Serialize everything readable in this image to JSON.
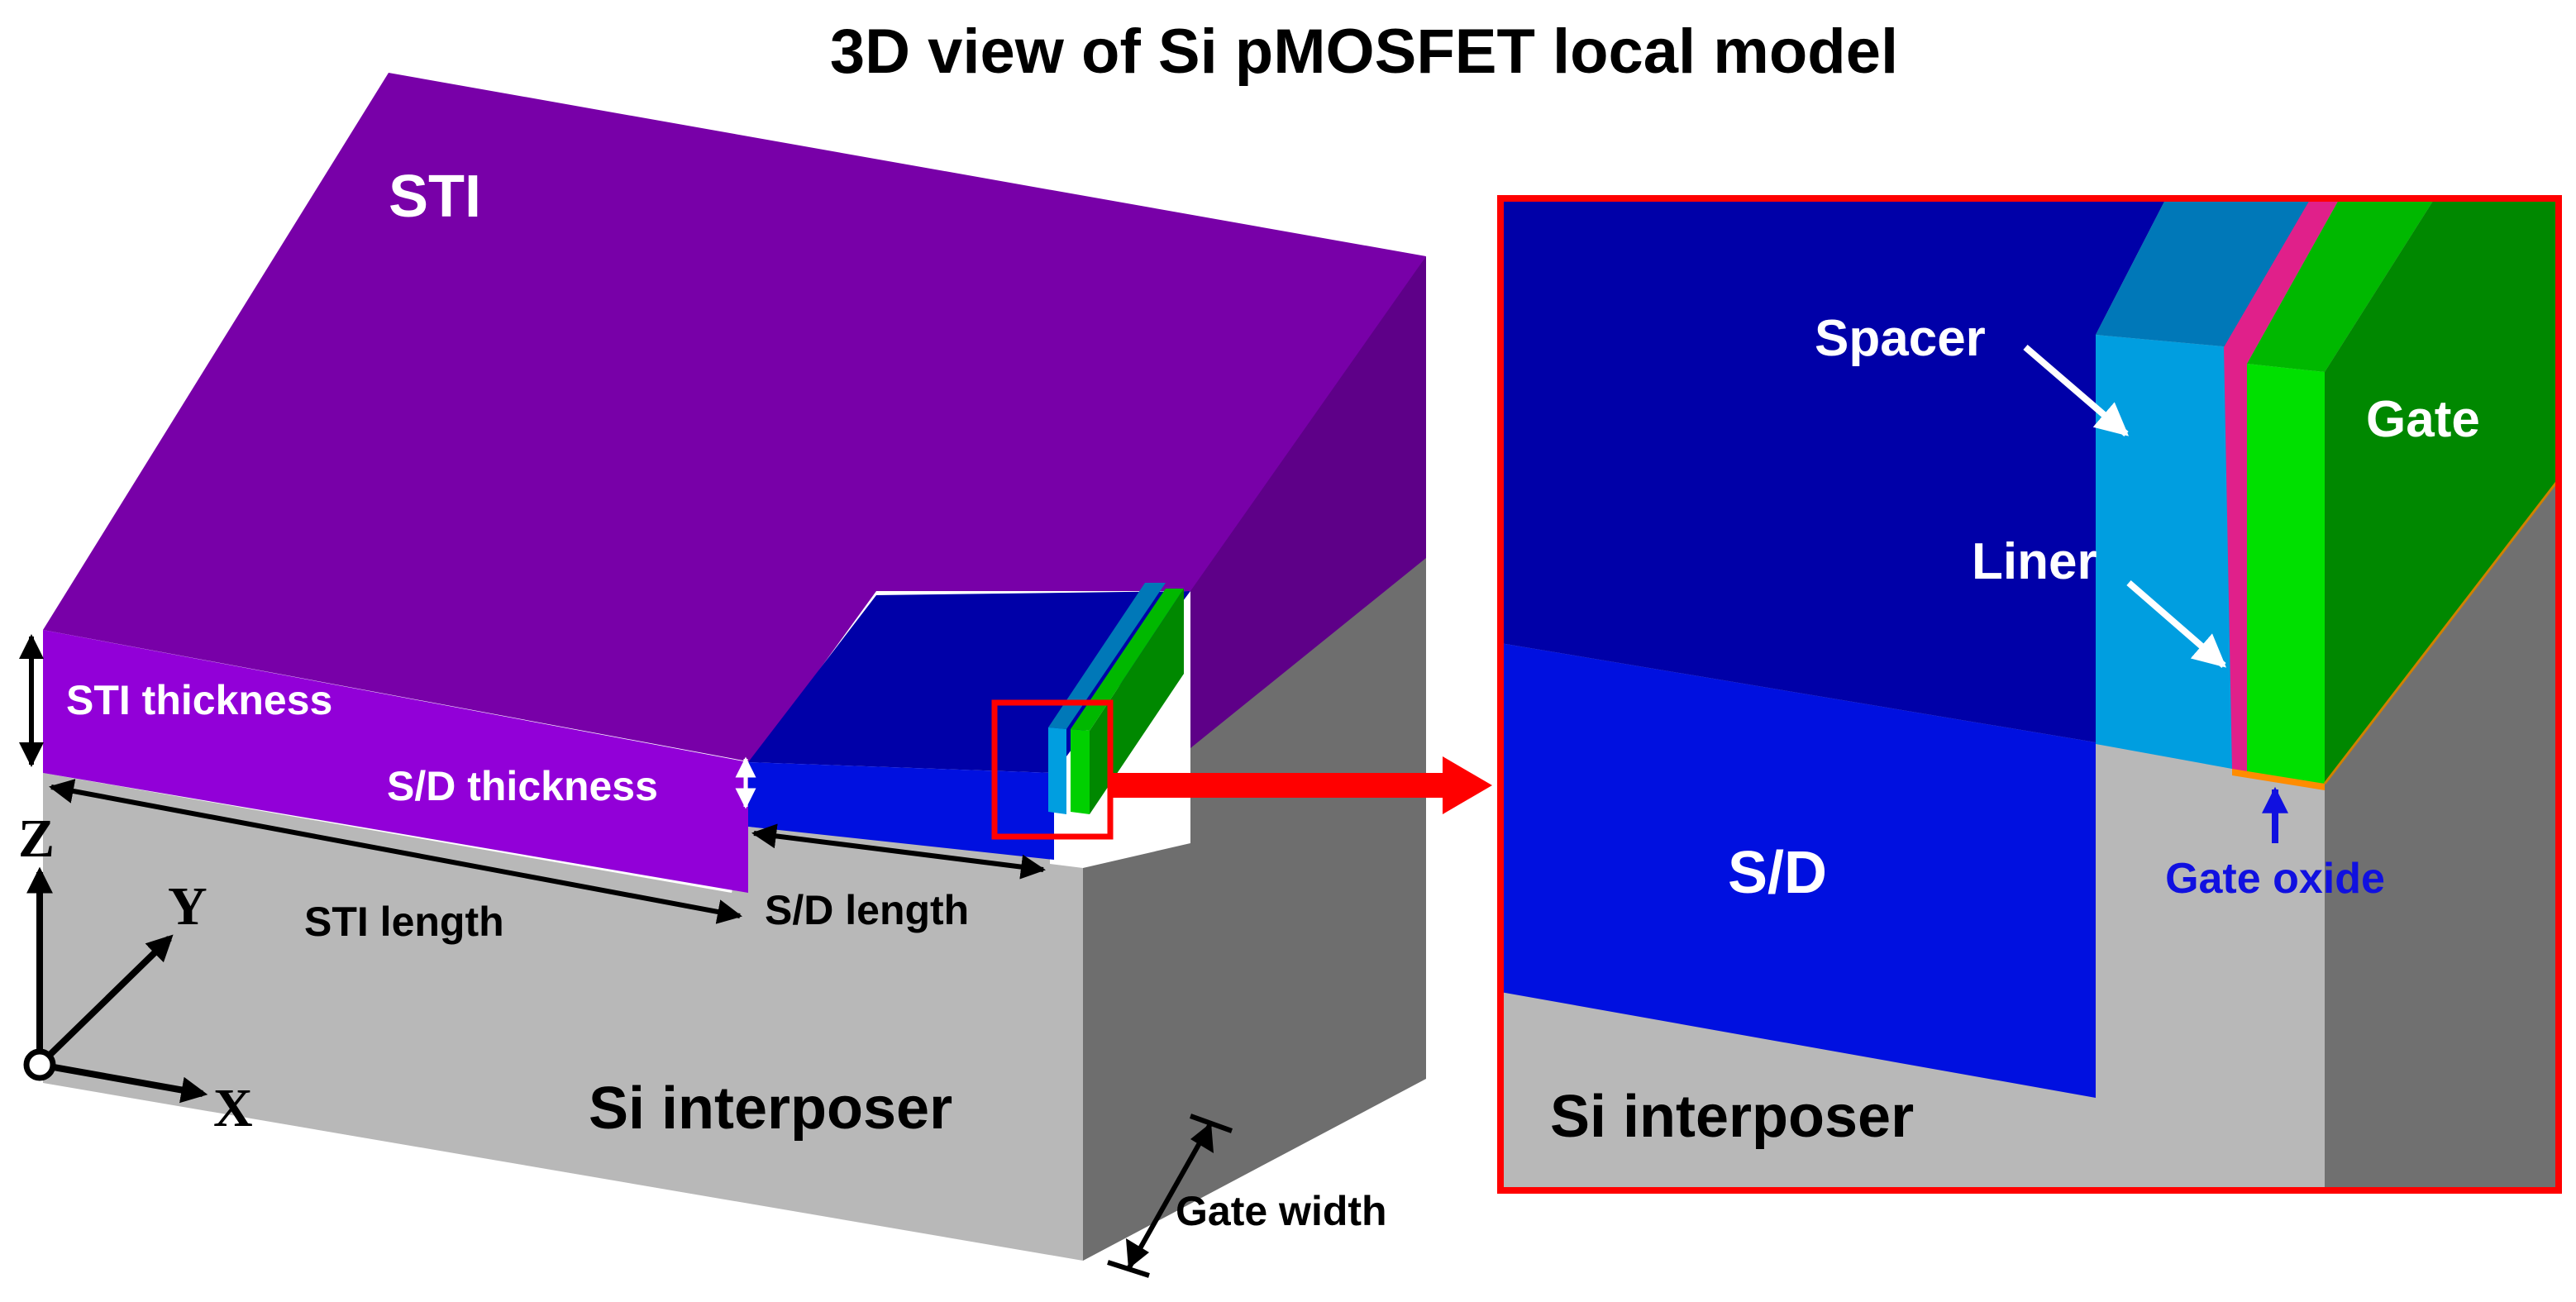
{
  "title": "3D view of Si pMOSFET local model",
  "labels": {
    "sti": "STI",
    "sti_thickness": "STI thickness",
    "sd_thickness": "S/D thickness",
    "sti_length": "STI length",
    "sd_length": "S/D length",
    "si_interposer": "Si interposer",
    "gate_width": "Gate width"
  },
  "axes": {
    "z": "Z",
    "y": "Y",
    "x": "X"
  },
  "inset": {
    "sd": "S/D",
    "spacer": "Spacer",
    "liner": "Liner",
    "gate": "Gate",
    "gate_oxide": "Gate oxide",
    "si_interposer": "Si interposer"
  },
  "colors": {
    "sti_top": "#7800a8",
    "sti_front": "#9200d8",
    "sti_side": "#5e0088",
    "sd_top": "#0000a8",
    "sd_front": "#0010e0",
    "spacer_front": "#009ee0",
    "spacer_top": "#0078b8",
    "liner": "#e0208a",
    "gate_front": "#00d000",
    "gate_top": "#00b800",
    "gate_side": "#008800",
    "si_front": "#b8b8b8",
    "si_side": "#6e6e6e",
    "gate_oxide": "#ff8c00",
    "callout_red": "#ff0000",
    "gate_oxide_label": "#1010e0"
  }
}
